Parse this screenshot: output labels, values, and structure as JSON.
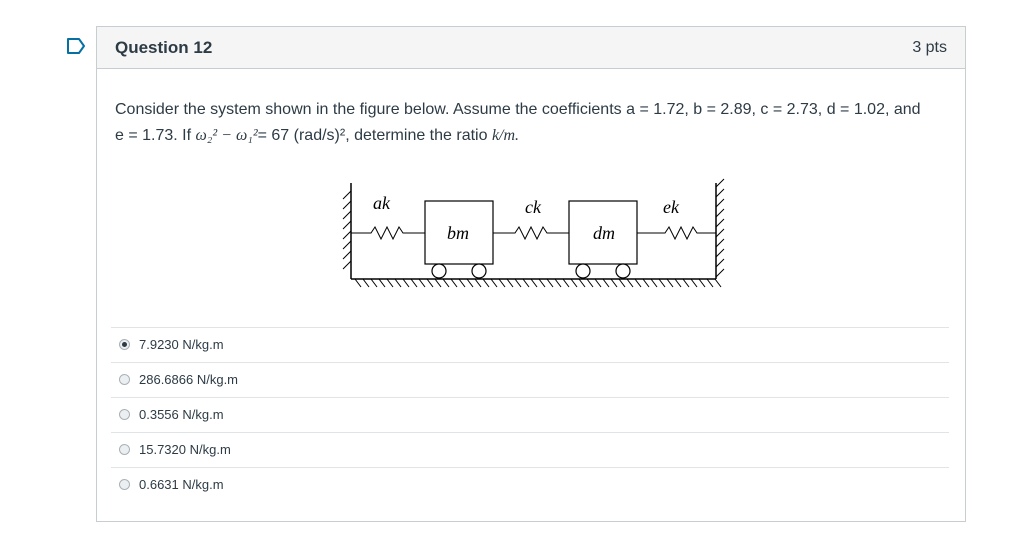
{
  "question": {
    "title": "Question 12",
    "points": "3 pts",
    "text_line1_a": "Consider the system shown in the figure below. Assume the coefficients ",
    "text_vars": "a = 1.72, b = 2.89, c = 2.73, d = 1.02, and",
    "text_line2_a": "e = 1.73. If ",
    "text_omega": "ω₂² − ω₁²",
    "text_line2_b": "= 67 (rad/s)², determine the ratio ",
    "text_ratio": "k/m."
  },
  "figure": {
    "labels": {
      "spring1": "ak",
      "mass1": "bm",
      "spring2": "ck",
      "mass2": "dm",
      "spring3": "ek"
    }
  },
  "answers": [
    {
      "label": "7.9230 N/kg.m",
      "selected": true
    },
    {
      "label": "286.6866 N/kg.m",
      "selected": false
    },
    {
      "label": "0.3556 N/kg.m",
      "selected": false
    },
    {
      "label": "15.7320 N/kg.m",
      "selected": false
    },
    {
      "label": "0.6631 N/kg.m",
      "selected": false
    }
  ]
}
